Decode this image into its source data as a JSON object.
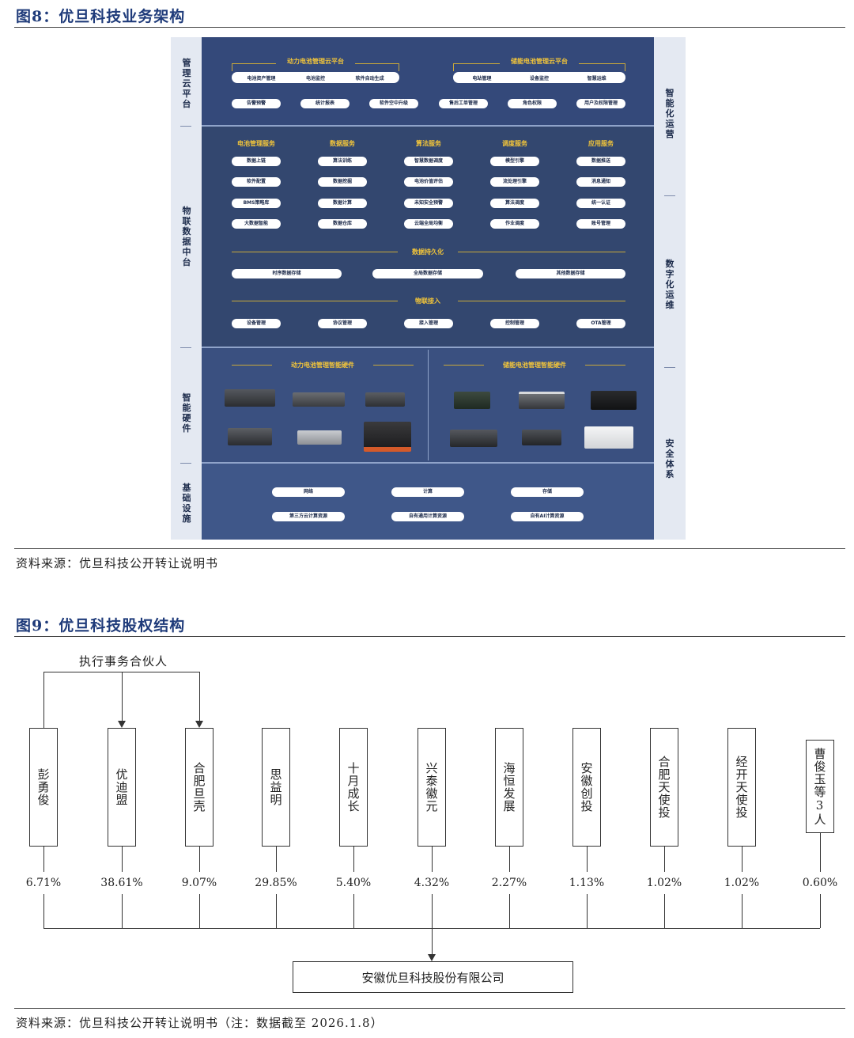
{
  "figure8": {
    "title": "图8：优旦科技业务架构",
    "source": "资料来源：优旦科技公开转让说明书",
    "left_labels": [
      "管理云平台",
      "物联数据中台",
      "智能硬件",
      "基础设施"
    ],
    "right_labels": [
      "智能化运营",
      "数字化运维",
      "安全体系"
    ],
    "cloud": {
      "power_title": "动力电池管理云平台",
      "power_items": [
        "电池资产管理",
        "电池监控",
        "软件自动生成"
      ],
      "storage_title": "储能电池管理云平台",
      "storage_items": [
        "电站管理",
        "设备监控",
        "智慧运维"
      ],
      "row2": [
        "告警预警",
        "统计报表",
        "软件空中升级",
        "售后工单管理",
        "角色权限",
        "用户及权限管理"
      ]
    },
    "middle": {
      "cols": [
        {
          "title": "电池管理服务",
          "items": [
            "数据上链",
            "软件配置",
            "BMS策略库",
            "大数据智能"
          ]
        },
        {
          "title": "数据服务",
          "items": [
            "算法训练",
            "数据挖掘",
            "数据计算",
            "数据仓库"
          ]
        },
        {
          "title": "算法服务",
          "items": [
            "智慧数据调度",
            "电池价值评估",
            "未知安全预警",
            "云端全局均衡"
          ]
        },
        {
          "title": "调度服务",
          "items": [
            "模型引擎",
            "流处理引擎",
            "算法调度",
            "作业调度"
          ]
        },
        {
          "title": "应用服务",
          "items": [
            "数据推送",
            "消息通知",
            "统一认证",
            "账号管理"
          ]
        }
      ],
      "persist_title": "数据持久化",
      "persist_items": [
        "时序数据存储",
        "全局数据存储",
        "其他数据存储"
      ],
      "iot_title": "物联接入",
      "iot_items": [
        "设备管理",
        "协议管理",
        "接入管理",
        "控制管理",
        "OTA管理"
      ]
    },
    "hardware": {
      "power_title": "动力电池管理智能硬件",
      "storage_title": "储能电池管理智能硬件"
    },
    "infra": {
      "row1": [
        "网络",
        "计算",
        "存储"
      ],
      "row2": [
        "第三方云计算资源",
        "自有通用计算资源",
        "自有AI计算资源"
      ]
    },
    "colors": {
      "navy": "#324770",
      "accent": "#f2c53a",
      "side": "#e4e9f2"
    }
  },
  "figure9": {
    "title": "图9：优旦科技股权结构",
    "source": "资料来源：优旦科技公开转让说明书（注：数据截至 2026.1.8）",
    "gp_label": "执行事务合伙人",
    "company": "安徽优旦科技股份有限公司",
    "holders": [
      {
        "name": "彭勇俊",
        "pct": "6.71%",
        "share": 6.71
      },
      {
        "name": "优迪盟",
        "pct": "38.61%",
        "share": 38.61
      },
      {
        "name": "合肥旦壳",
        "pct": "9.07%",
        "share": 9.07
      },
      {
        "name": "思益明",
        "pct": "29.85%",
        "share": 29.85
      },
      {
        "name": "十月成长",
        "pct": "5.40%",
        "share": 5.4
      },
      {
        "name": "兴泰徽元",
        "pct": "4.32%",
        "share": 4.32
      },
      {
        "name": "海恒发展",
        "pct": "2.27%",
        "share": 2.27
      },
      {
        "name": "安徽创投",
        "pct": "1.13%",
        "share": 1.13
      },
      {
        "name": "合肥天使投",
        "pct": "1.02%",
        "share": 1.02
      },
      {
        "name": "经开天使投",
        "pct": "1.02%",
        "share": 1.02
      },
      {
        "name": "曹俊玉等3人",
        "pct": "0.60%",
        "share": 0.6
      }
    ]
  }
}
